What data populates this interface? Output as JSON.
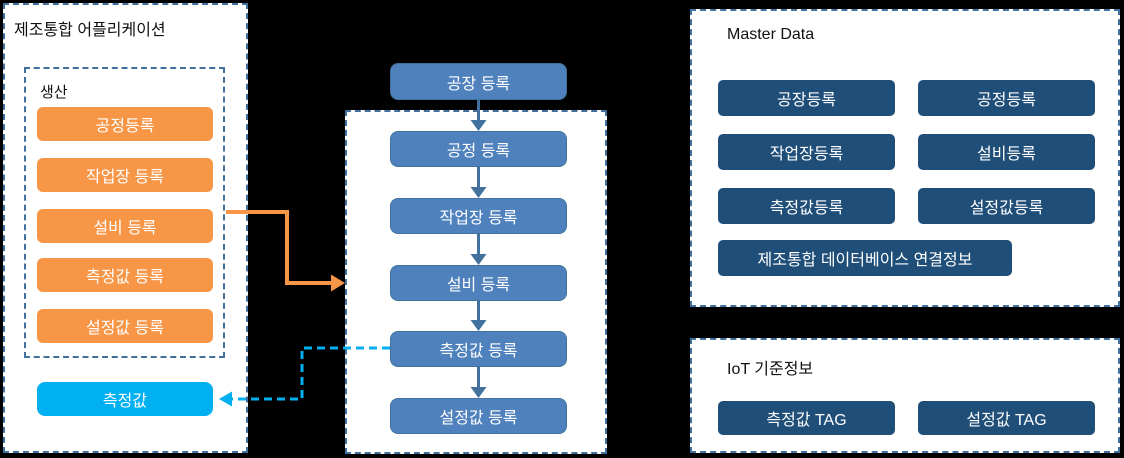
{
  "colors": {
    "background": "#000000",
    "panel_bg": "#ffffff",
    "dash_border": "#41719C",
    "orange": "#F79646",
    "steel_blue": "#4F81BD",
    "navy": "#1F4E79",
    "cyan": "#00B0F0",
    "flow_arrow": "#41719C",
    "text_dark": "#111111",
    "text_light": "#ffffff"
  },
  "left_panel": {
    "title": "제조통합 어플리케이션",
    "group_label": "생산",
    "buttons": [
      "공정등록",
      "작업장 등록",
      "설비 등록",
      "측정값 등록",
      "설정값 등록"
    ],
    "highlight_button": "측정값"
  },
  "flow": {
    "top_button": "공장 등록",
    "steps": [
      "공정 등록",
      "작업장 등록",
      "설비 등록",
      "측정값 등록",
      "설정값 등록"
    ]
  },
  "master_data": {
    "title": "Master Data",
    "buttons": [
      "공장등록",
      "공정등록",
      "작업장등록",
      "설비등록",
      "측정값등록",
      "설정값등록"
    ],
    "wide_button": "제조통합 데이터베이스 연결정보"
  },
  "iot": {
    "title": "IoT 기준정보",
    "buttons": [
      "측정값 TAG",
      "설정값 TAG"
    ]
  },
  "connectors": [
    {
      "style": "solid-elbow",
      "color": "#F79646",
      "from": "설비 등록 (어플리케이션)",
      "to": "설비 등록 (등록 흐름)"
    },
    {
      "style": "dashed-elbow",
      "color": "#00B0F0",
      "from": "측정값 등록 (등록 흐름)",
      "to": "측정값"
    },
    {
      "style": "solid-vertical",
      "color": "#41719C",
      "sequence": "공장 등록 → 공정 등록 → 작업장 등록 → 설비 등록 → 측정값 등록 → 설정값 등록"
    }
  ]
}
